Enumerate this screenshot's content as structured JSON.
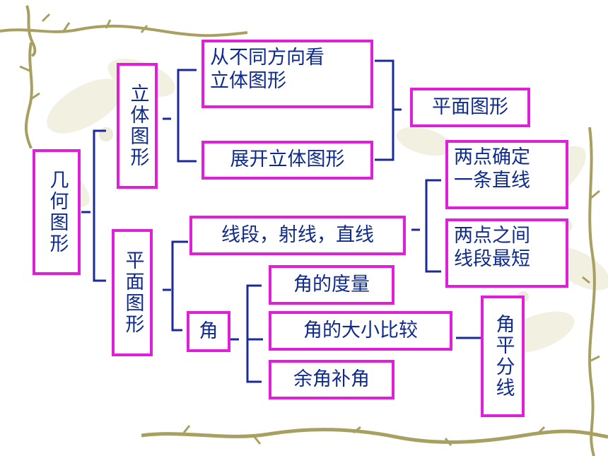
{
  "diagram": {
    "colors": {
      "border": "#e020d8",
      "text": "#0e2a8c",
      "line": "#1a2a9a",
      "vine": "#a8a060"
    },
    "nodes": {
      "root": "几何图形",
      "solid": "立体图形",
      "solid_view": "从不同方向看\n立体图形",
      "solid_unfold": "展开立体图形",
      "plane_figure": "平面图形",
      "plane": "平面图形",
      "lines": "线段，射线，直线",
      "two_points_line": "两点确定\n一条直线",
      "two_points_shortest": "两点之间\n线段最短",
      "angle": "角",
      "angle_measure": "角的度量",
      "angle_compare": "角的大小比较",
      "angle_complement": "余角补角",
      "angle_bisector": "角平分线"
    }
  }
}
